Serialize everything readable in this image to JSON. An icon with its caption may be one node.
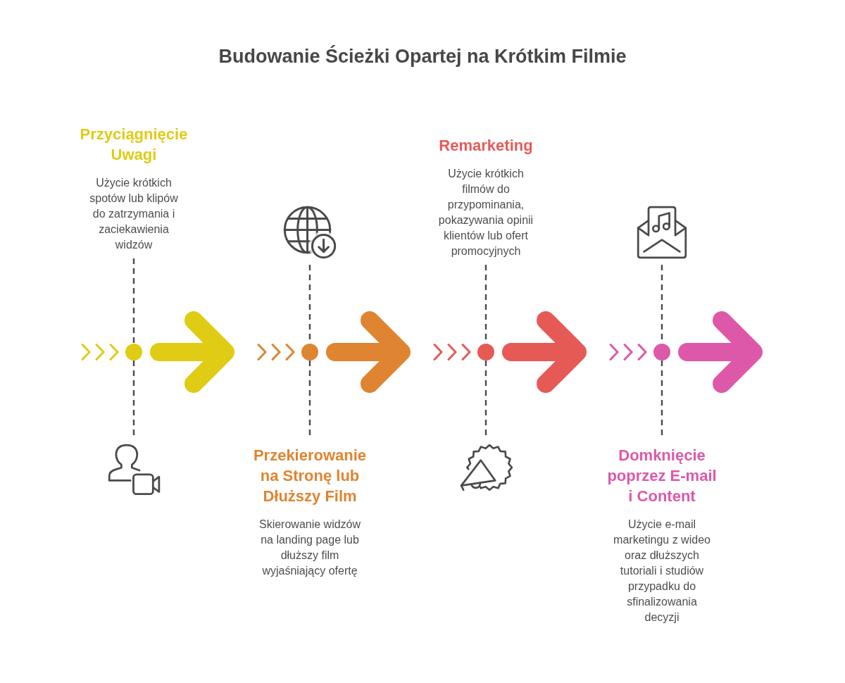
{
  "diagram": {
    "title": "Budowanie Ścieżki Opartej na Krótkim Filmie",
    "nodes": [
      {
        "text": [
          "Przyciągnięcie Uwagi",
          "Użycie krótkich spotów lub klipów do zatrzymania i zaciekawienia widzów"
        ]
      },
      {
        "text": [],
        "shape": "circle"
      },
      {
        "text": [],
        "shape": "picture"
      },
      {
        "text": [
          "Przekierowanie na Stronę lub Dłuższy Film",
          "Skierowanie widzów na landing page lub dłuższy film wyjaśniający ofertę"
        ]
      },
      {
        "text": [],
        "shape": "circle"
      },
      {
        "text": [],
        "shape": "picture"
      },
      {
        "text": [
          "Remarketing",
          "Użycie krótkich filmów do przypominania, pokazywania opinii klientów lub ofert promocyjnych"
        ]
      },
      {
        "text": [],
        "shape": "circle"
      },
      {
        "text": [],
        "shape": "picture"
      },
      {
        "text": [
          "Domknięcie poprzez E-mail i Content",
          "Użycie e-mail marketingu z wideo oraz dłuższych tutoriali i studiów przypadku do sfinalizowania decyzji"
        ]
      },
      {
        "text": [],
        "shape": "circle"
      },
      {
        "text": [],
        "shape": "picture"
      }
    ],
    "edges": [
      {
        "from": null,
        "to": 1,
        "arrow": "to",
        "color": "#e0cb15"
      },
      {
        "from": 0,
        "to": 1,
        "arrow": "none",
        "style": "dashed"
      },
      {
        "from": 1,
        "to": 2,
        "arrow": "none",
        "style": "dashed"
      },
      {
        "from": 1,
        "to": null,
        "arrow": "to",
        "style": "thick",
        "color": "#e0cb15"
      },
      {
        "from": null,
        "to": 4,
        "arrow": "to",
        "color": "#df8431"
      },
      {
        "from": 5,
        "to": 4,
        "arrow": "none",
        "style": "dashed"
      },
      {
        "from": 4,
        "to": 3,
        "arrow": "none",
        "style": "dashed"
      },
      {
        "from": 4,
        "to": null,
        "arrow": "to",
        "style": "thick",
        "color": "#df8431"
      },
      {
        "from": null,
        "to": 7,
        "arrow": "to",
        "color": "#e65a56"
      },
      {
        "from": 6,
        "to": 7,
        "arrow": "none",
        "style": "dashed"
      },
      {
        "from": 7,
        "to": 8,
        "arrow": "none",
        "style": "dashed"
      },
      {
        "from": 7,
        "to": null,
        "arrow": "to",
        "style": "thick",
        "color": "#e65a56"
      },
      {
        "from": null,
        "to": 10,
        "arrow": "to",
        "color": "#de58aa"
      },
      {
        "from": 11,
        "to": 10,
        "arrow": "none",
        "style": "dashed"
      },
      {
        "from": 10,
        "to": 9,
        "arrow": "none",
        "style": "dashed"
      },
      {
        "from": 10,
        "to": null,
        "arrow": "to",
        "style": "thick",
        "color": "#de58aa"
      }
    ]
  }
}
